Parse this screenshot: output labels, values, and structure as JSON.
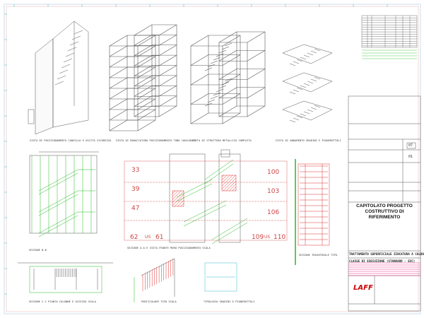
{
  "colors": {
    "linework": "#555555",
    "section_red": "#d33333",
    "annotation_green": "#22bb22",
    "frame_cyan": "#33bbcc"
  },
  "views": {
    "top": [
      {
        "caption": "VISTA DI POSIZIONAMENTO CANCELLO E USCITA SICUREZZA"
      },
      {
        "caption": "VISTA DI BARACCATURA POSIZIONAMENTO TUBO 100X100X3"
      },
      {
        "caption": "VISTA DI STRUTTURA METALLICA COMPLETA"
      },
      {
        "caption": "VISTA DI ANDAMENTO GRADINI E PIANEROTTOLI"
      }
    ],
    "section_bb": "SEZIONE B-B",
    "section_aa": "SEZIONE A-A E VISTA FRONTE MURO POSIZIONAMENTO SCALA",
    "section_trasv": "SEZIONE TRASVERSALE TIPO",
    "section_cc": "SEZIONE C-C PIANTA COLONNE E ACCESSO SCALA",
    "detail_stair": "PARTICOLARE TIPO SCALA",
    "detail_steps": "TIPOLOGIA GRADINI E PIANEROTTOLI"
  },
  "room_numbers": {
    "left": [
      "33",
      "39",
      "47"
    ],
    "right": [
      "100",
      "103",
      "106"
    ],
    "bottom_left": [
      "62",
      "US",
      "61"
    ],
    "bottom_right": [
      "109",
      "US",
      "110"
    ]
  },
  "title_block": {
    "sheet_no": "07",
    "revision": "01",
    "heading": "CAPITOLATO PROGETTO COSTRUTTIVO DI RIFERIMENTO",
    "treatment": "TRATTAMENTO SUPERFICIALE ZINCATURA A CALDO",
    "exec_class": "CLASSE DI ESECUZIONE (STANDARD - EXC)",
    "logo": "LAFF"
  }
}
